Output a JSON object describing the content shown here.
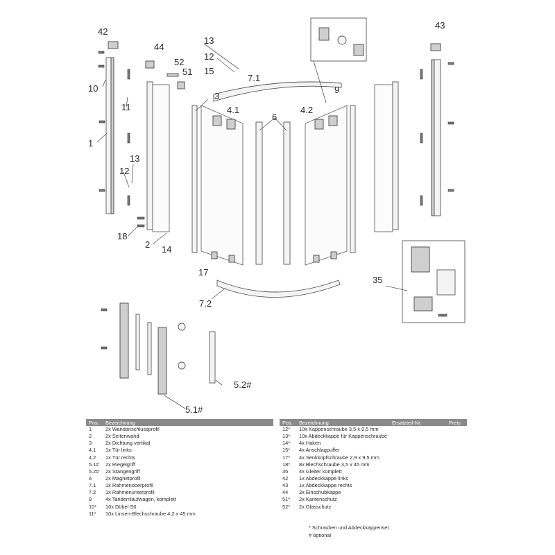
{
  "diagram": {
    "labels": {
      "l42": "42",
      "l43": "43",
      "l44": "44",
      "l52": "52",
      "l51": "51",
      "l13a": "13",
      "l12a": "12",
      "l15": "15",
      "l71": "7.1",
      "l9": "9",
      "l10": "10",
      "l11": "11",
      "l3": "3",
      "l41": "4.1",
      "l6": "6",
      "l42b": "4.2",
      "l1": "1",
      "l13b": "13",
      "l12b": "12",
      "l18": "18",
      "l2": "2",
      "l14": "14",
      "l17": "17",
      "l35": "35",
      "l72": "7.2",
      "l52b": "5.2#",
      "l51b": "5.1#"
    }
  },
  "parts_table": {
    "header": {
      "pos": "Pos.",
      "description": "Bezeichnung",
      "part_no": "Ersatzteil-Nr.",
      "price": "Preis"
    },
    "left": [
      {
        "pos": "1",
        "text": "2x Wandanschlussprofil"
      },
      {
        "pos": "2",
        "text": "2x Seitenwand"
      },
      {
        "pos": "3",
        "text": "2x Dichtung vertikal"
      },
      {
        "pos": "4.1",
        "text": "1x Tür links"
      },
      {
        "pos": "4.2",
        "text": "1x Tür rechts"
      },
      {
        "pos": "5.1#",
        "text": "2x Riegelgriff"
      },
      {
        "pos": "5.2#",
        "text": "2x Stangengriff"
      },
      {
        "pos": "6",
        "text": "2x Magnetprofil"
      },
      {
        "pos": "7.1",
        "text": "1x Rahmenoberprofil"
      },
      {
        "pos": "7.2",
        "text": "1x Rahmenunterprofil"
      },
      {
        "pos": "9",
        "text": "4x Tandemlaufwagen, komplett"
      },
      {
        "pos": "10*",
        "text": "10x Dübel S6"
      },
      {
        "pos": "11*",
        "text": "10x Linsen-Blechschraube 4,2 x 45 mm"
      }
    ],
    "right": [
      {
        "pos": "12*",
        "text": "10x Kappenschraube 3,5 x 9,5 mm"
      },
      {
        "pos": "13*",
        "text": "10x Abdeckkappe für Kappenschraube"
      },
      {
        "pos": "14*",
        "text": "4x Haken"
      },
      {
        "pos": "15*",
        "text": "4x Anschlagpuffer"
      },
      {
        "pos": "17*",
        "text": "4x Senkkopfschraube 2,9 x 9,5 mm"
      },
      {
        "pos": "18*",
        "text": "8x Blechschraube 3,5 x 45 mm"
      },
      {
        "pos": "35",
        "text": "4x Gleiter komplett"
      },
      {
        "pos": "42",
        "text": "1x Abdeckkappe links"
      },
      {
        "pos": "43",
        "text": "1x Abdeckkappe rechts"
      },
      {
        "pos": "44",
        "text": "2x Einschubkappe"
      },
      {
        "pos": "51*",
        "text": "2x Kantenschutz"
      },
      {
        "pos": "52*",
        "text": "2x Glasschutz"
      }
    ],
    "notes": {
      "screws": "* Schrauben und Abdeckkappenset",
      "optional": "# optional"
    }
  }
}
